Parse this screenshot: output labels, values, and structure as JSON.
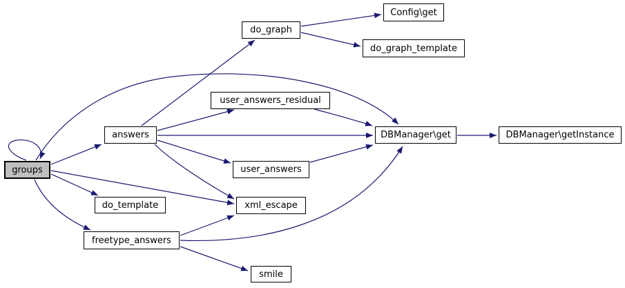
{
  "diagram": {
    "type": "call-graph",
    "root": "groups",
    "colors": {
      "edge": "#191970",
      "node_border": "#000000",
      "node_fill": "#ffffff",
      "highlight_fill": "#bfbfbf",
      "text": "#000000",
      "background": "#ffffff"
    },
    "nodes": [
      {
        "id": "groups",
        "label": "groups",
        "highlighted": true
      },
      {
        "id": "do_graph",
        "label": "do_graph",
        "highlighted": false
      },
      {
        "id": "config_get",
        "label": "Config\\get",
        "highlighted": false
      },
      {
        "id": "do_graph_template",
        "label": "do_graph_template",
        "highlighted": false
      },
      {
        "id": "user_answers_residual",
        "label": "user_answers_residual",
        "highlighted": false
      },
      {
        "id": "answers",
        "label": "answers",
        "highlighted": false
      },
      {
        "id": "dbmanager_get",
        "label": "DBManager\\get",
        "highlighted": false
      },
      {
        "id": "dbmanager_getinstance",
        "label": "DBManager\\getInstance",
        "highlighted": false
      },
      {
        "id": "user_answers",
        "label": "user_answers",
        "highlighted": false
      },
      {
        "id": "xml_escape",
        "label": "xml_escape",
        "highlighted": false
      },
      {
        "id": "do_template",
        "label": "do_template",
        "highlighted": false
      },
      {
        "id": "freetype_answers",
        "label": "freetype_answers",
        "highlighted": false
      },
      {
        "id": "smile",
        "label": "smile",
        "highlighted": false
      }
    ],
    "edges": [
      {
        "from": "groups",
        "to": "groups"
      },
      {
        "from": "groups",
        "to": "answers"
      },
      {
        "from": "groups",
        "to": "dbmanager_get"
      },
      {
        "from": "groups",
        "to": "xml_escape"
      },
      {
        "from": "groups",
        "to": "do_template"
      },
      {
        "from": "groups",
        "to": "freetype_answers"
      },
      {
        "from": "answers",
        "to": "do_graph"
      },
      {
        "from": "answers",
        "to": "user_answers_residual"
      },
      {
        "from": "answers",
        "to": "dbmanager_get"
      },
      {
        "from": "answers",
        "to": "user_answers"
      },
      {
        "from": "answers",
        "to": "xml_escape"
      },
      {
        "from": "do_graph",
        "to": "config_get"
      },
      {
        "from": "do_graph",
        "to": "do_graph_template"
      },
      {
        "from": "user_answers_residual",
        "to": "dbmanager_get"
      },
      {
        "from": "user_answers",
        "to": "dbmanager_get"
      },
      {
        "from": "dbmanager_get",
        "to": "dbmanager_getinstance"
      },
      {
        "from": "freetype_answers",
        "to": "xml_escape"
      },
      {
        "from": "freetype_answers",
        "to": "dbmanager_get"
      },
      {
        "from": "freetype_answers",
        "to": "smile"
      }
    ]
  }
}
